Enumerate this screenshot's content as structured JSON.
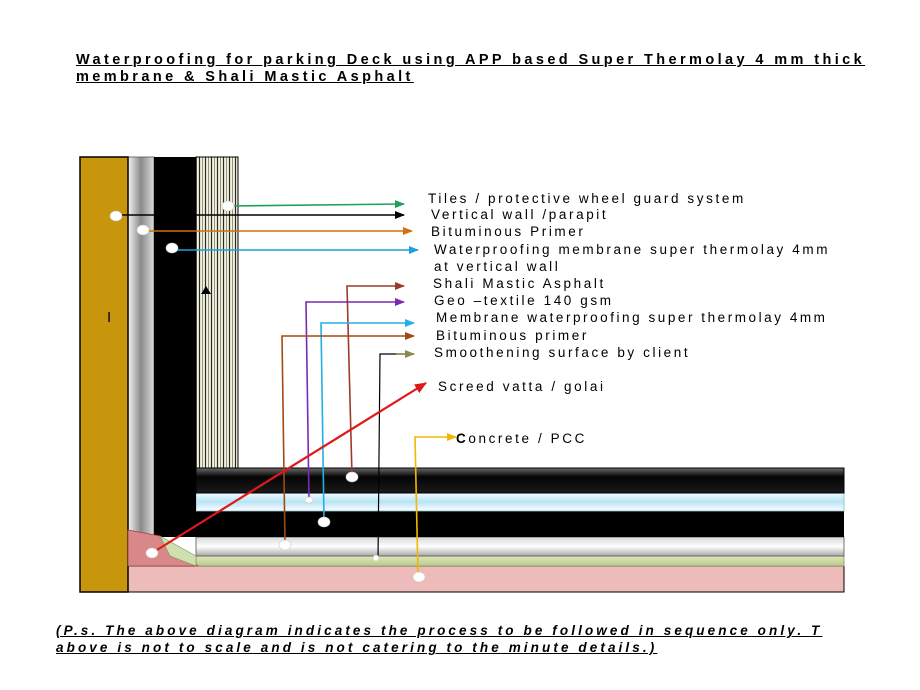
{
  "title": {
    "line1": "Waterproofing for parking Deck using APP based Super Thermolay 4 mm thick",
    "line2": "membrane & Shali Mastic Asphalt"
  },
  "labels": {
    "tiles": "Tiles / protective wheel guard system",
    "vertical_wall": "Vertical wall  /parapit",
    "primer_top": "Bituminous Primer",
    "membrane_vertical_1": "Waterproofing membrane super thermolay 4mm",
    "membrane_vertical_2": "at vertical wall",
    "mastic": "Shali Mastic Asphalt",
    "geotextile": "Geo –textile 140 gsm",
    "membrane_horizontal": "Membrane  waterproofing super thermolay 4mm",
    "primer_bottom": "Bituminous primer",
    "smoothening": "Smoothening surface by client",
    "screed": "Screed vatta / golai",
    "concrete_initial": "C",
    "concrete_rest": "oncrete / PCC",
    "wall_mark": "I"
  },
  "footnote": {
    "line1": "(P.s. The above diagram indicates the process to be followed in sequence only. T",
    "line2": "above is not to scale and is not catering to the minute details.)"
  },
  "colors": {
    "wall": "#c8960c",
    "tiles_arrow": "#1fa05a",
    "wall_arrow": "#000000",
    "primer_arrow": "#d07010",
    "membrane_vertical_arrow": "#1aa0e0",
    "mastic_arrow": "#9a3a2a",
    "geotextile_arrow": "#7a2ab0",
    "membrane_horizontal_arrow": "#20b0e8",
    "primer_bottom_arrow": "#a04a10",
    "smoothening_arrow": "#8a8a50",
    "screed_arrow": "#e01818",
    "concrete_arrow": "#f0b800",
    "slab": "#eebbbb"
  }
}
